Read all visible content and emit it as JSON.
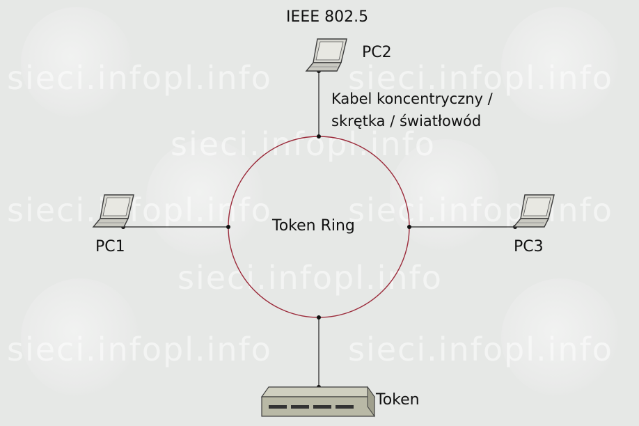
{
  "diagram": {
    "title": "IEEE 802.5",
    "ring_label": "Token Ring",
    "cable_label_line1": "Kabel koncentryczny /",
    "cable_label_line2": "skrętka / światłowód",
    "nodes": {
      "pc1": "PC1",
      "pc2": "PC2",
      "pc3": "PC3",
      "token": "Token"
    }
  },
  "watermark": {
    "text": "sieci.infopl.info"
  },
  "colors": {
    "background": "#e6e8e6",
    "ring": "#9b2a3a",
    "lines": "#222222",
    "laptop": "#4a4a4a",
    "hub": "#b9b9a6"
  },
  "icons": [
    "laptop-icon",
    "hub-icon"
  ]
}
